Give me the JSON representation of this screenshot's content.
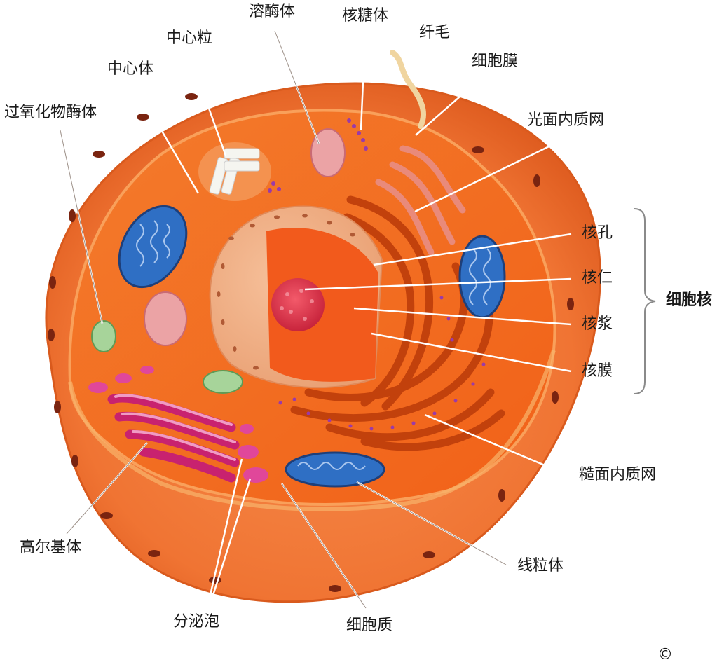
{
  "labels": {
    "lysosome": "溶酶体",
    "ribosome": "核糖体",
    "centriole": "中心粒",
    "cilium": "纤毛",
    "centrosome": "中心体",
    "cell_membrane": "细胞膜",
    "peroxisome": "过氧化物酶体",
    "smooth_er": "光面内质网",
    "nuclear_pore": "核孔",
    "nucleolus": "核仁",
    "nucleus": "细胞核",
    "nucleoplasm": "核浆",
    "nuclear_envelope": "核膜",
    "rough_er": "糙面内质网",
    "golgi": "高尔基体",
    "mitochondrion": "线粒体",
    "secretory_vesicle": "分泌泡",
    "cytoplasm": "细胞质"
  },
  "copyright_mark": "©",
  "colors": {
    "cell_outer": "#f07a3a",
    "cytoplasm": "#f46b20",
    "nucleus_shell": "#f2b089",
    "nucleolus": "#e0304a",
    "mitochondria": "#2f6fc4",
    "golgi": "#d6337a",
    "vesicle": "#e69aa5",
    "peroxisome": "#9fce95",
    "leader_line": "#ffffff"
  }
}
